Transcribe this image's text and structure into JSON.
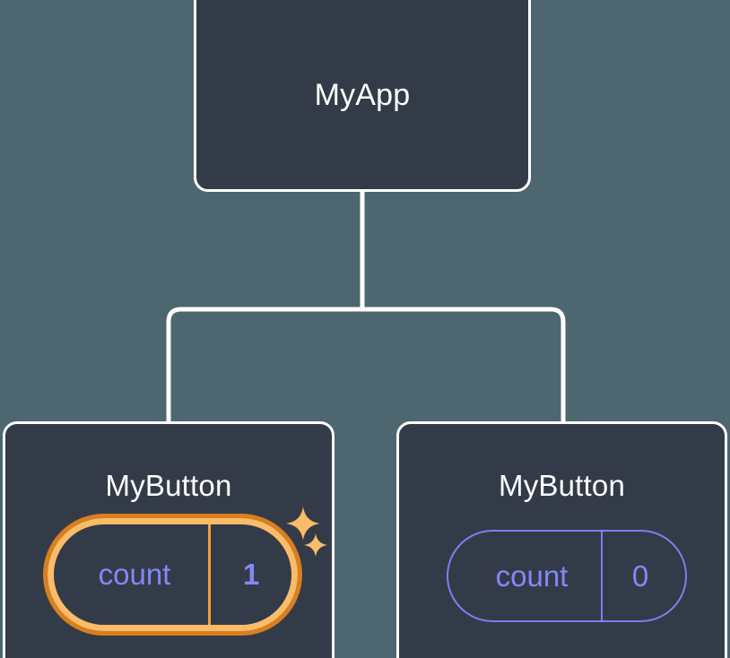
{
  "diagram": {
    "type": "component-tree",
    "background_color": "#4d6670",
    "node_fill_color": "#343b48",
    "node_border_color": "#ffffff",
    "connector_color": "#ffffff",
    "accent_highlight_outer": "#d97f1e",
    "accent_highlight_inner": "#f9bc68",
    "state_text_color": "#8288f5",
    "root": {
      "title": "MyApp"
    },
    "children": [
      {
        "title": "MyButton",
        "highlighted": true,
        "state": {
          "key": "count",
          "value": "1"
        },
        "sparkles": [
          {
            "name": "sparkle-large"
          },
          {
            "name": "sparkle-small"
          }
        ]
      },
      {
        "title": "MyButton",
        "highlighted": false,
        "state": {
          "key": "count",
          "value": "0"
        }
      }
    ]
  }
}
